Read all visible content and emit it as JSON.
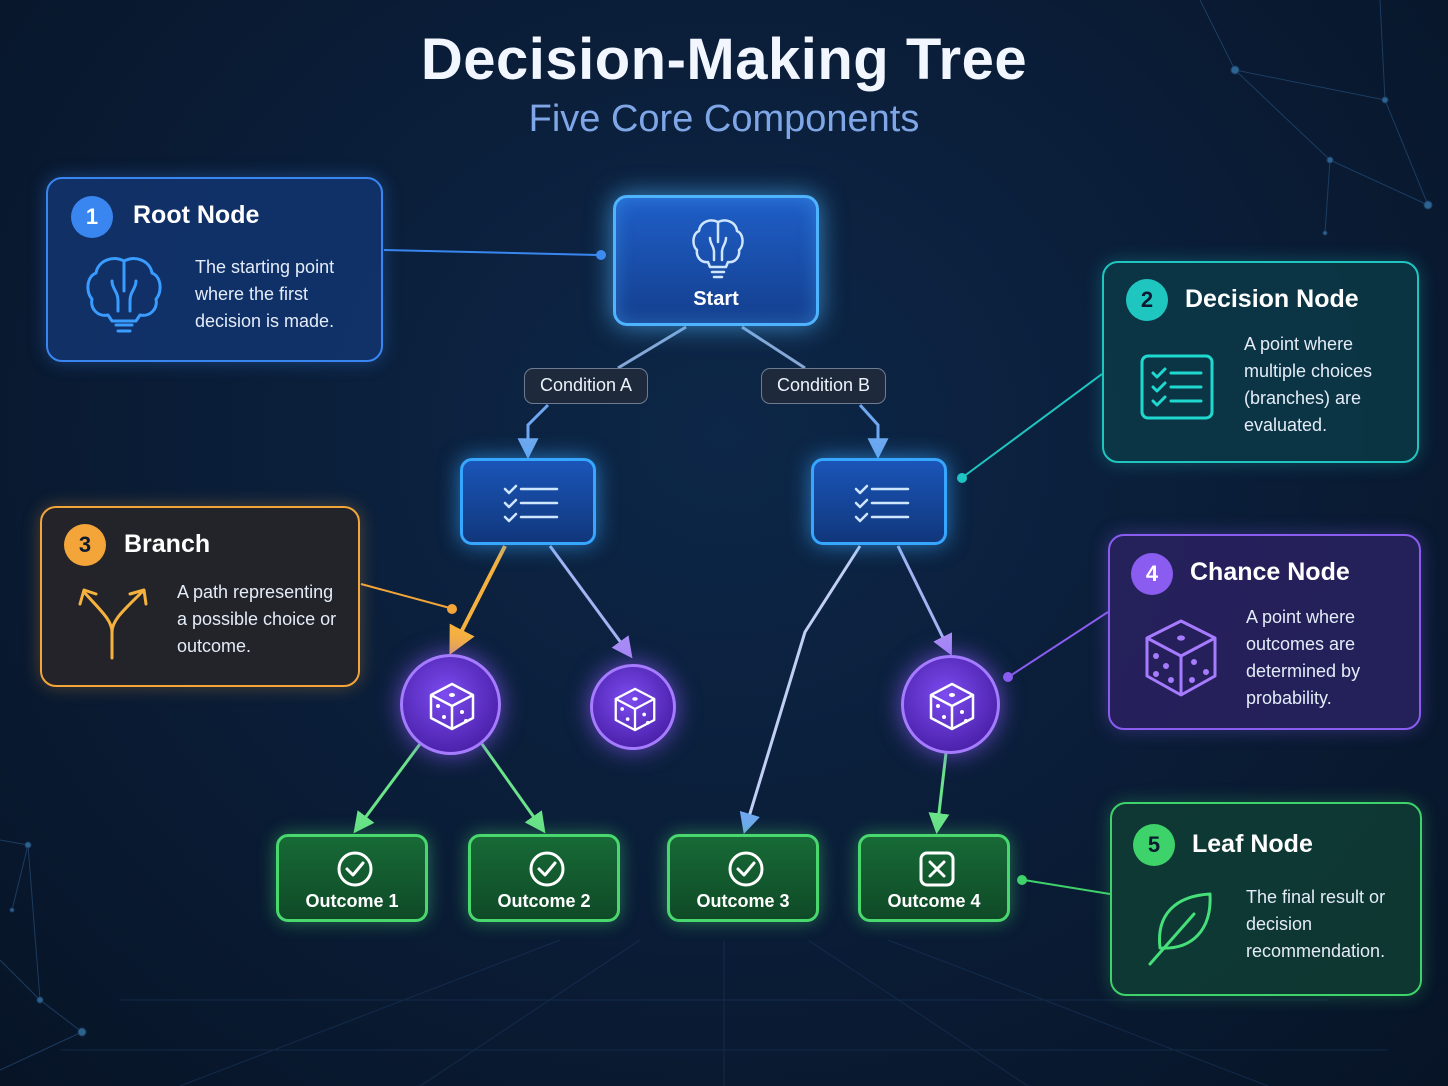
{
  "title": "Decision-Making Tree",
  "subtitle": "Five Core Components",
  "components": {
    "root": {
      "number": "1",
      "title": "Root Node",
      "description": "The starting point where the first decision is made.",
      "icon": "brain-lightbulb-icon",
      "color": "#3a86f0"
    },
    "decision": {
      "number": "2",
      "title": "Decision Node",
      "description": "A point where multiple choices (branches) are evaluated.",
      "icon": "checklist-icon",
      "color": "#1fc6c0"
    },
    "branch": {
      "number": "3",
      "title": "Branch",
      "description": "A path representing a possible choice or outcome.",
      "icon": "fork-arrows-icon",
      "color": "#f3a53a"
    },
    "chance": {
      "number": "4",
      "title": "Chance Node",
      "description": "A point where outcomes are determined by probability.",
      "icon": "dice-icon",
      "color": "#8a5cf0"
    },
    "leaf": {
      "number": "5",
      "title": "Leaf Node",
      "description": "The final result or decision recommendation.",
      "icon": "leaf-icon",
      "color": "#3ed26a"
    }
  },
  "tree": {
    "start_label": "Start",
    "conditions": [
      "Condition A",
      "Condition B"
    ],
    "outcomes": [
      {
        "label": "Outcome 1",
        "icon": "check-circle-icon"
      },
      {
        "label": "Outcome 2",
        "icon": "check-circle-icon"
      },
      {
        "label": "Outcome 3",
        "icon": "check-circle-icon"
      },
      {
        "label": "Outcome 4",
        "icon": "x-square-icon"
      }
    ]
  }
}
